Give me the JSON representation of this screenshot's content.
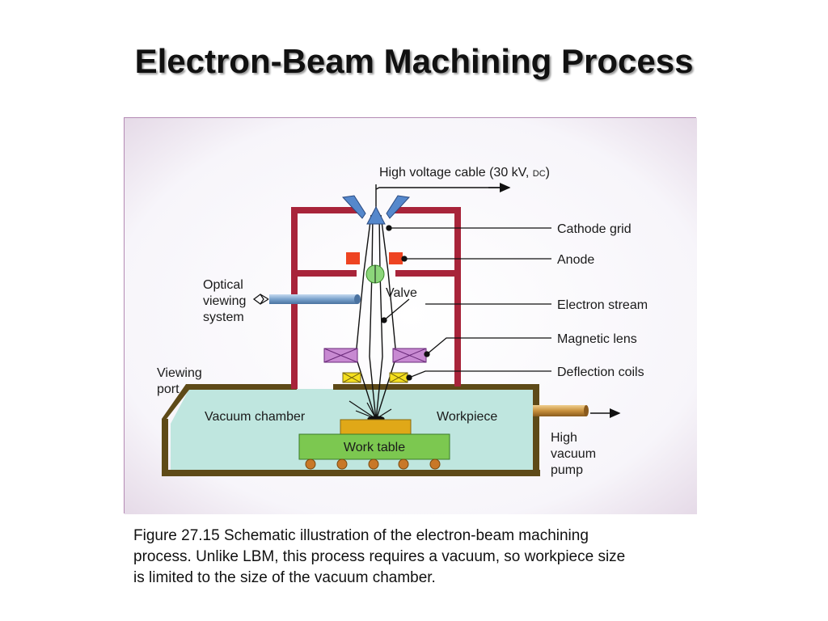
{
  "slide": {
    "title": "Electron-Beam Machining Process"
  },
  "diagram": {
    "labels": {
      "high_voltage_cable_main": "High voltage cable (30 kV, ",
      "high_voltage_cable_dc": "DC",
      "high_voltage_cable_close": ")",
      "cathode_grid": "Cathode grid",
      "anode": "Anode",
      "electron_stream": "Electron stream",
      "magnetic_lens": "Magnetic lens",
      "deflection_coils": "Deflection coils",
      "valve": "Valve",
      "optical_line1": "Optical",
      "optical_line2": "viewing",
      "optical_line3": "system",
      "viewing_port_line1": "Viewing",
      "viewing_port_line2": "port",
      "vacuum_chamber": "Vacuum chamber",
      "workpiece": "Workpiece",
      "work_table": "Work table",
      "pump_line1": "High",
      "pump_line2": "vacuum",
      "pump_line3": "pump"
    },
    "colors": {
      "frame_walls": "#a8243a",
      "chamber_wall": "#5e4a18",
      "chamber_fill": "#bfe6df",
      "anode": "#ee4422",
      "valve": "#8cd67a",
      "magnetic_lens": "#c88ad2",
      "deflection_coils": "#f5e020",
      "workpiece": "#e0a818",
      "work_table": "#7cc850",
      "roller": "#c87828",
      "cathode": "#5588cc",
      "optical_tube": "#7aa2cc",
      "pump_pipe": "#c8903c"
    }
  },
  "caption": {
    "line1": "Figure 27.15  Schematic illustration of the electron-beam machining",
    "line2": "process.  Unlike LBM, this process requires a vacuum, so workpiece size",
    "line3": "is limited to the size of the vacuum chamber."
  }
}
